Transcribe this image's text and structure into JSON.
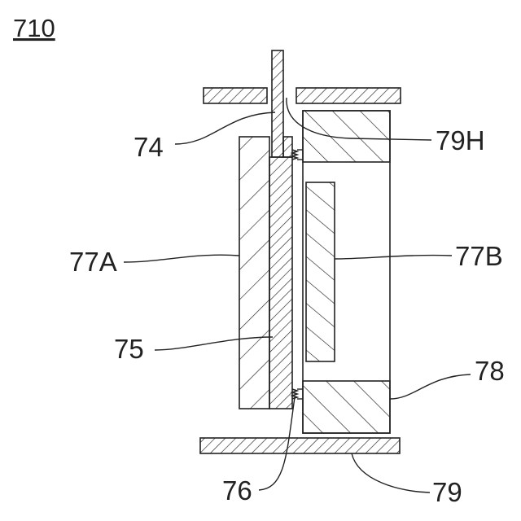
{
  "figure_number": "710",
  "labels": {
    "l74": "74",
    "l79H": "79H",
    "l77A": "77A",
    "l77B": "77B",
    "l75": "75",
    "l78": "78",
    "l76": "76",
    "l79": "79"
  },
  "colors": {
    "line": "#222222",
    "background": "#ffffff"
  }
}
